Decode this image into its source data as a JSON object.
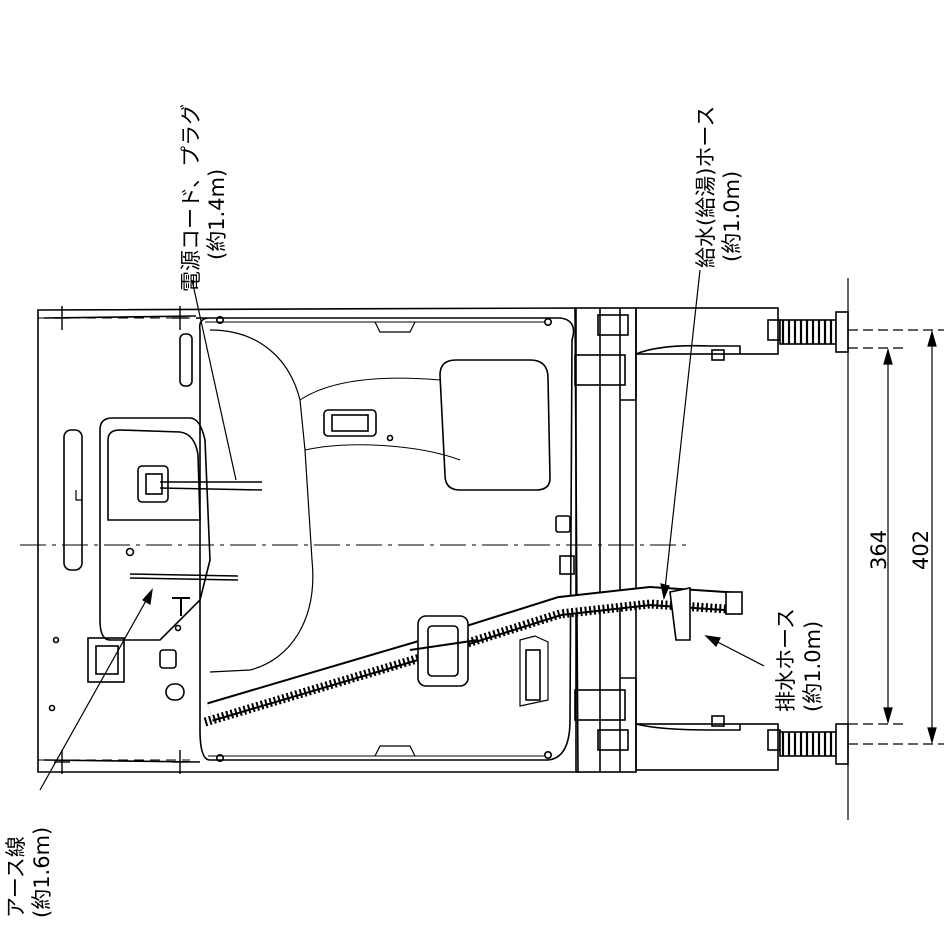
{
  "labels": {
    "power_cord": "電源コード、プラグ",
    "power_cord_len": "(約1.4m)",
    "supply_hose": "給水(給湯)ホース",
    "supply_hose_len": "(約1.0m)",
    "drain_hose": "排水ホース",
    "drain_hose_len": "(約1.0m)",
    "earth_wire": "アース線",
    "earth_wire_len": "(約1.6m)"
  },
  "dimensions": {
    "inner": "364",
    "outer": "402"
  },
  "colors": {
    "line": "#000000",
    "background": "#ffffff"
  }
}
